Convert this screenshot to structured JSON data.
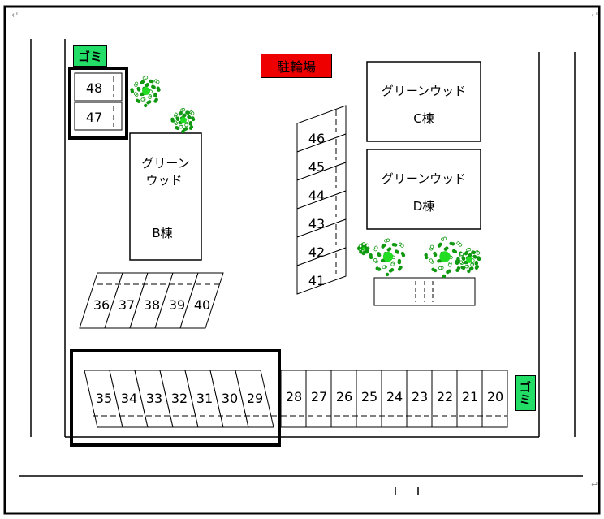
{
  "labels": {
    "gomi": "ゴミ",
    "bicycle_parking": "駐輪場",
    "building_b_line1": "グリーン",
    "building_b_line2": "ウッド",
    "building_b_line3": "B棟",
    "building_c_line1": "グリーンウッド",
    "building_c_line2": "C棟",
    "building_d_line1": "グリーンウッド",
    "building_d_line2": "D棟",
    "return_mark": "↵"
  },
  "colors": {
    "gomi_green": "#22dd66",
    "bicycle_red": "#ee0000",
    "tree_green": "#119911",
    "highlight_border": "#000000"
  },
  "spots": {
    "left_top": [
      "48",
      "47"
    ],
    "center_column": [
      "46",
      "45",
      "44",
      "43",
      "42",
      "41"
    ],
    "mid_row": [
      "36",
      "37",
      "38",
      "39",
      "40"
    ],
    "bottom_slanted": [
      "35",
      "34",
      "33",
      "32",
      "31",
      "30",
      "29"
    ],
    "bottom_straight": [
      "28",
      "27",
      "26",
      "25",
      "24",
      "23",
      "22",
      "21",
      "20"
    ]
  }
}
